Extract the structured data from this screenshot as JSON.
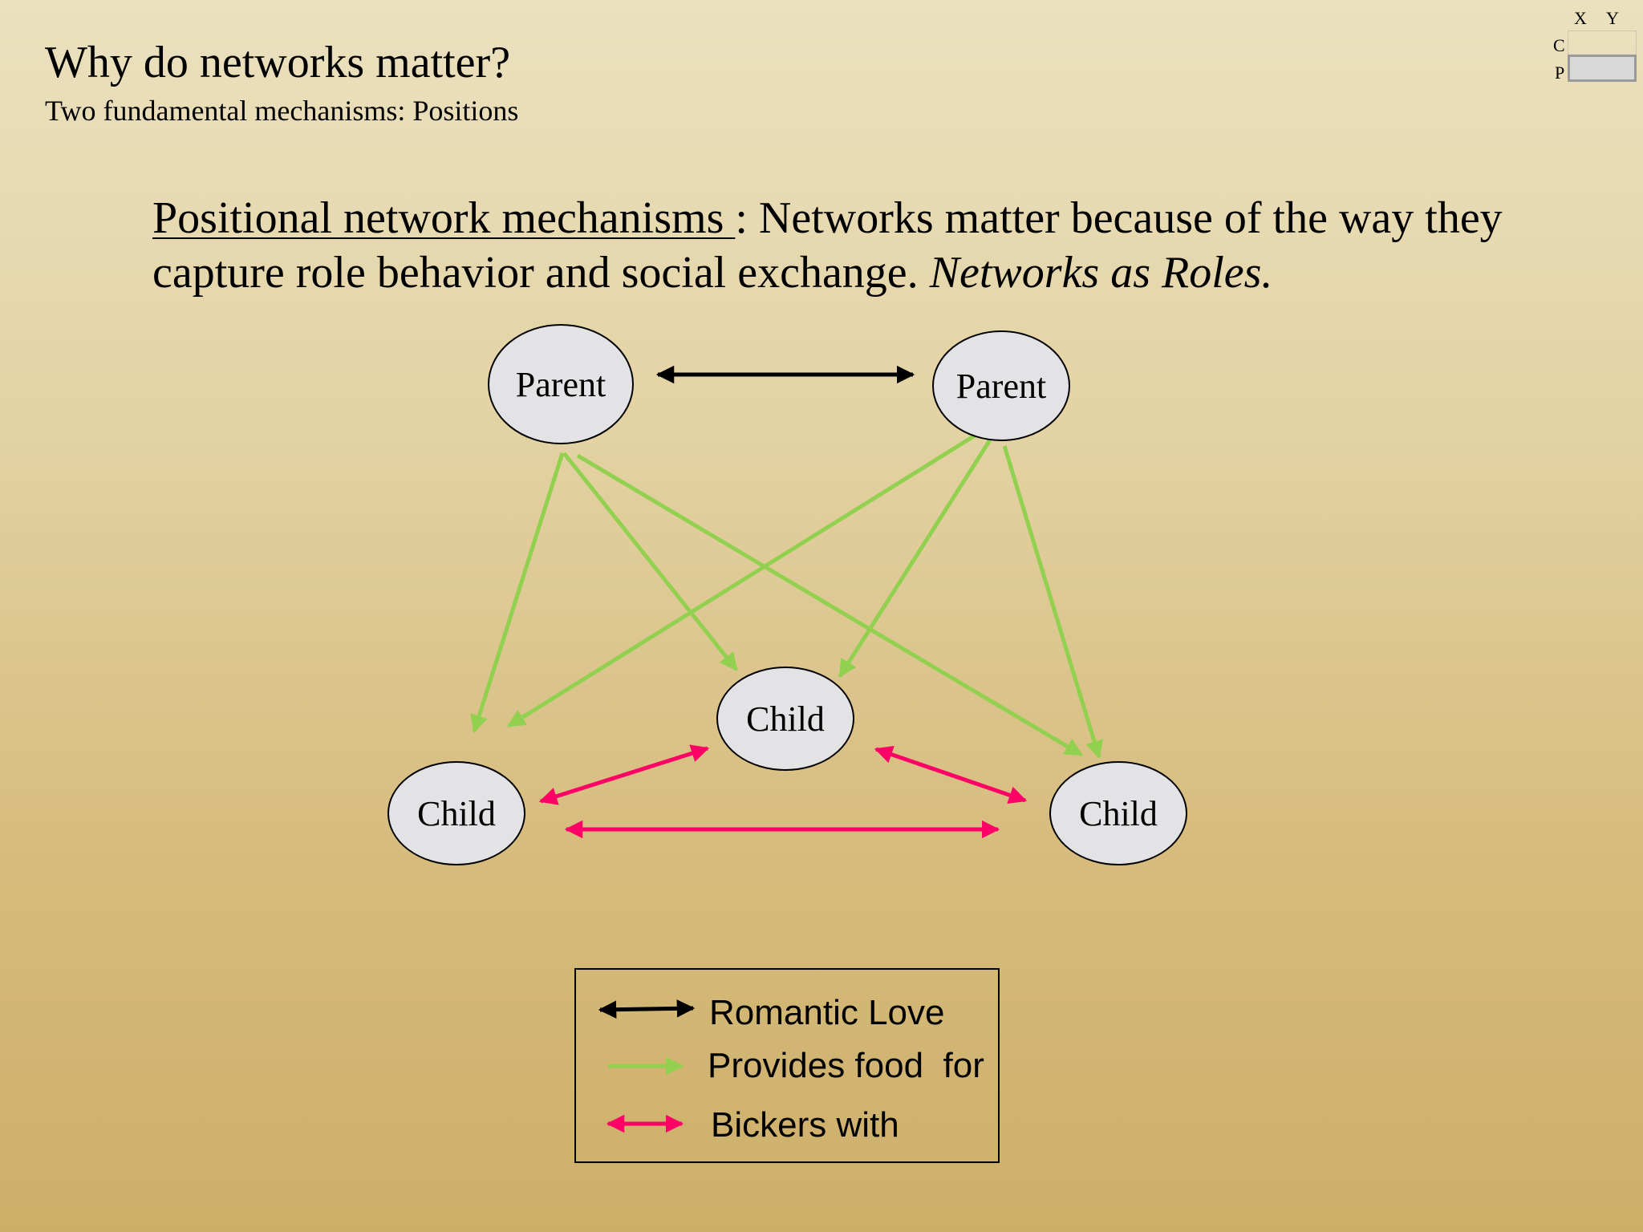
{
  "slide": {
    "title": "Why do networks matter?",
    "subtitle": "Two fundamental mechanisms: Positions",
    "body": {
      "underlined_term": "Positional network mechanisms ",
      "sentence": ": Networks matter because of the way they capture role behavior and social exchange.  ",
      "italic_tail": "Networks as Roles."
    }
  },
  "corner_widget": {
    "x_label": "X",
    "y_label": "Y",
    "c_label": "C",
    "p_label": "P"
  },
  "diagram": {
    "nodes": [
      {
        "id": "parent-left",
        "label": "Parent"
      },
      {
        "id": "parent-right",
        "label": "Parent"
      },
      {
        "id": "child-center",
        "label": "Child"
      },
      {
        "id": "child-left",
        "label": "Child"
      },
      {
        "id": "child-right",
        "label": "Child"
      }
    ],
    "edges": [
      {
        "from": "parent-left",
        "to": "parent-right",
        "type": "romantic-love",
        "bidirectional": true
      },
      {
        "from": "parent-left",
        "to": "child-left",
        "type": "provides-food"
      },
      {
        "from": "parent-left",
        "to": "child-center",
        "type": "provides-food"
      },
      {
        "from": "parent-left",
        "to": "child-right",
        "type": "provides-food"
      },
      {
        "from": "parent-right",
        "to": "child-left",
        "type": "provides-food"
      },
      {
        "from": "parent-right",
        "to": "child-center",
        "type": "provides-food"
      },
      {
        "from": "parent-right",
        "to": "child-right",
        "type": "provides-food"
      },
      {
        "from": "child-left",
        "to": "child-center",
        "type": "bickers",
        "bidirectional": true
      },
      {
        "from": "child-center",
        "to": "child-right",
        "type": "bickers",
        "bidirectional": true
      },
      {
        "from": "child-left",
        "to": "child-right",
        "type": "bickers",
        "bidirectional": true
      }
    ],
    "colors": {
      "romantic-love": "#000000",
      "provides-food": "#92d050",
      "bickers": "#ff0066",
      "node_fill": "#e3e3e6",
      "node_stroke": "#000000"
    }
  },
  "legend": {
    "items": [
      {
        "label": "Romantic Love",
        "type": "romantic-love"
      },
      {
        "label": "Provides food  for",
        "type": "provides-food"
      },
      {
        "label": "Bickers with",
        "type": "bickers"
      }
    ]
  }
}
